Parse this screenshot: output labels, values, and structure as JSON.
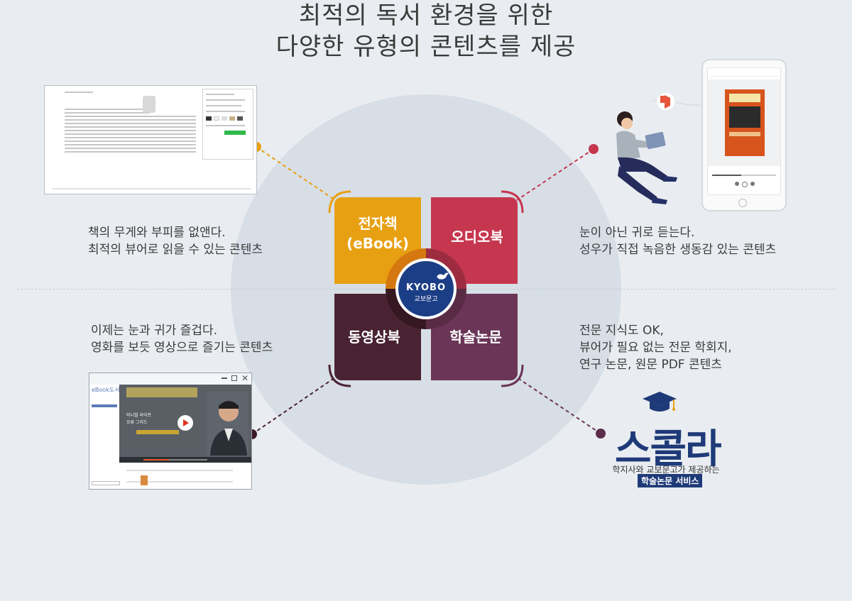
{
  "title": {
    "line1": "최적의 독서 환경을 위한",
    "line2": "다양한 유형의 콘텐츠를 제공"
  },
  "tiles": {
    "ebook": {
      "line1": "전자책",
      "line2": "(eBook)"
    },
    "audiobook": "오디오북",
    "videobook": "동영상북",
    "paper": "학술논문"
  },
  "logo": {
    "main": "KYOBO",
    "sub": "교보문고"
  },
  "descriptions": {
    "ebook": [
      "책의 무게와 부피를 없앤다.",
      "최적의 뷰어로 읽을 수 있는 콘텐츠"
    ],
    "audiobook": [
      "눈이 아닌 귀로 듣는다.",
      "성우가 직접 녹음한 생동감 있는 콘텐츠"
    ],
    "videobook": [
      "이제는 눈과 귀가 즐겁다.",
      "영화를 보듯 영상으로 즐기는 콘텐츠"
    ],
    "paper": [
      "전문 지식도 OK,",
      "뷰어가 필요 없는 전문 학회지,",
      "연구 논문, 원문 PDF 콘텐츠"
    ]
  },
  "scholar": {
    "name": "스콜라",
    "tagline": "학지사와 교보문고가 제공하는",
    "badge": "학술논문 서비스"
  },
  "video_app": {
    "brand": "eBook도서관",
    "lecture_title": "미니멀 라이프",
    "lecture_sub": "오류 그리드"
  },
  "colors": {
    "ebook": "#e8a013",
    "audiobook": "#c6364f",
    "videobook": "#4a2333",
    "paper": "#6a3556",
    "kyobo": "#1c3e86",
    "scholar": "#1f3a78"
  }
}
